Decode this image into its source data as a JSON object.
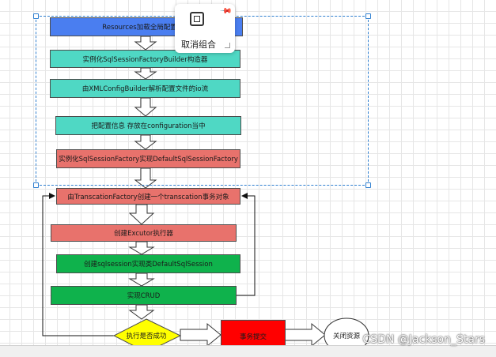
{
  "diagram": {
    "nodes": {
      "resources": "Resources加载全局配置文件",
      "builder": "实例化SqlSessionFactoryBuilder构造器",
      "parse": "由XMLConfigBuilder解析配置文件的io流",
      "store": "把配置信息 存放在configuration当中",
      "factory": "实例化SqlSessionFactory实现DefaultSqlSessionFactory",
      "transaction": "由TranscationFactory创建一个transcation事务对象",
      "executor": "创建Excutor执行器",
      "sqlsession": "创建sqlsession实现类DefaultSqlSession",
      "crud": "实现CRUD",
      "decision": "执行是否成功",
      "commit": "事务提交",
      "close": "关闭资源"
    }
  },
  "popup": {
    "ungroup_label": "取消组合"
  },
  "watermark": "CSDN @Jackson_Stars",
  "colors": {
    "teal": "#4fd8c4",
    "blue": "#4a7ef0",
    "salmon": "#e8726c",
    "green": "#0fb24c",
    "red": "#ff0000",
    "yellow": "#ffff00",
    "selection": "#2f7fd0"
  }
}
